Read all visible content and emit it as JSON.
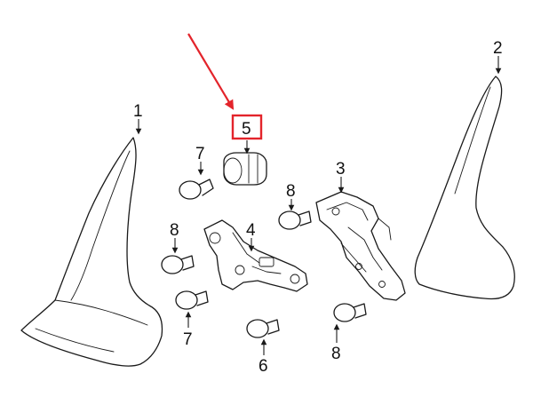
{
  "diagram": {
    "callouts": {
      "c1": "1",
      "c2": "2",
      "c3": "3",
      "c4": "4",
      "c5": "5",
      "c6": "6",
      "c7a": "7",
      "c7b": "7",
      "c8a": "8",
      "c8b": "8",
      "c8c": "8"
    },
    "colors": {
      "highlight": "#e3242b",
      "line": "#1a1a1a",
      "background": "#ffffff"
    }
  }
}
